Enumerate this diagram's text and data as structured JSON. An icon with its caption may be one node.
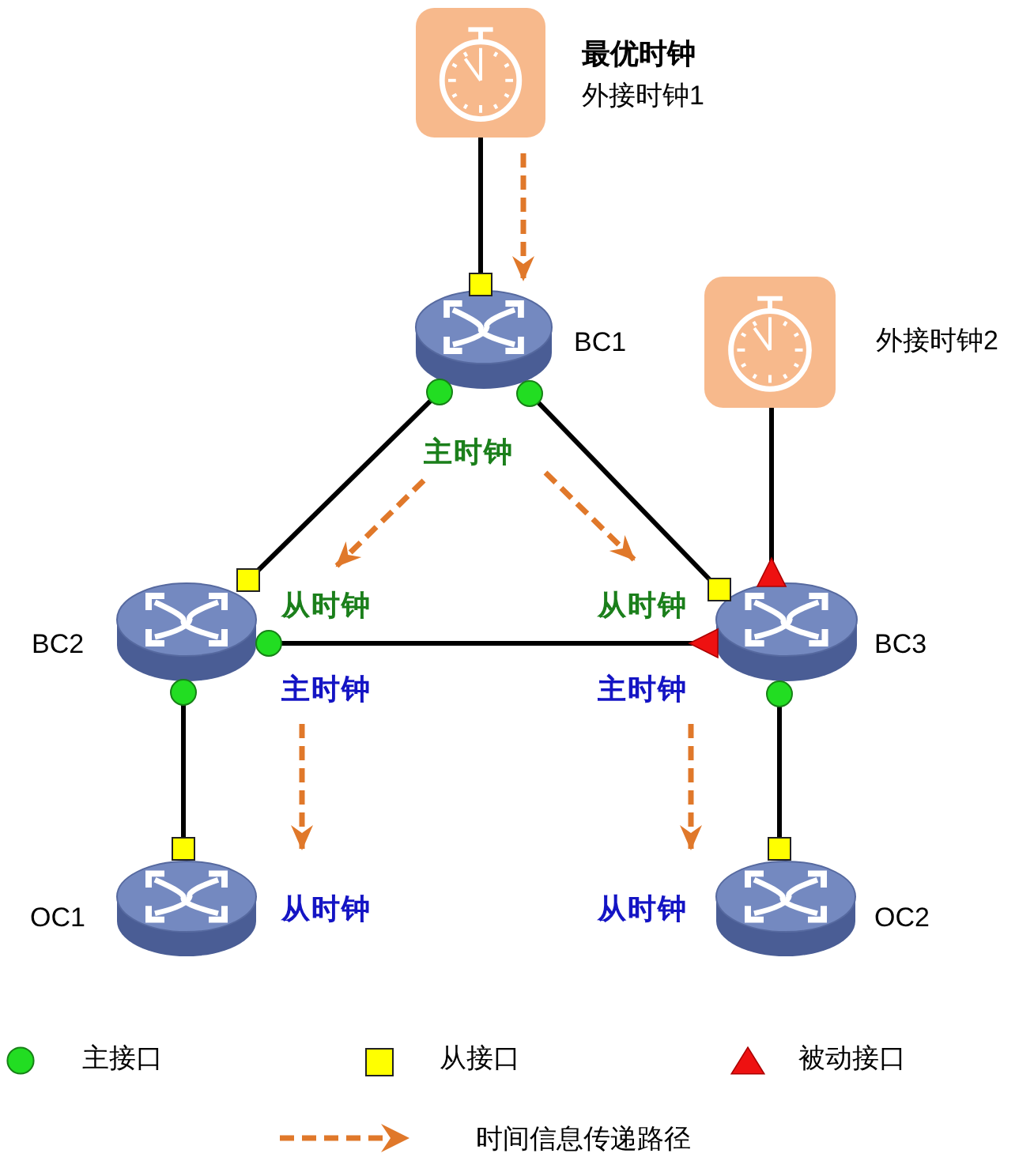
{
  "diagram": {
    "nodes": [
      {
        "text": [
          "最优时钟",
          "外接时钟1"
        ]
      },
      {
        "text": [
          "BC1"
        ]
      },
      {
        "text": [
          "外接时钟2"
        ]
      },
      {
        "text": [
          "BC2"
        ]
      },
      {
        "text": [
          "BC3"
        ]
      },
      {
        "text": [
          "OC1"
        ]
      },
      {
        "text": [
          "OC2"
        ]
      }
    ],
    "edges": [
      {
        "from": 0,
        "to": 1,
        "arrow": "other"
      },
      {
        "from": 2,
        "to": 4,
        "arrow": "other"
      },
      {
        "from": 1,
        "to": 3,
        "arrow": "other"
      },
      {
        "from": 1,
        "to": 4,
        "arrow": "other"
      },
      {
        "from": 3,
        "to": 4,
        "arrow": "other"
      },
      {
        "from": 3,
        "to": 5,
        "arrow": "other"
      },
      {
        "from": 4,
        "to": 6,
        "arrow": "other"
      }
    ],
    "labels": [
      "主时钟",
      "从时钟",
      "从时钟",
      "主时钟",
      "主时钟",
      "从时钟",
      "从时钟"
    ],
    "legend": [
      {
        "text": "主接口"
      },
      {
        "text": "从接口"
      },
      {
        "text": "被动接口"
      },
      {
        "text": "时间信息传递路径"
      }
    ]
  }
}
